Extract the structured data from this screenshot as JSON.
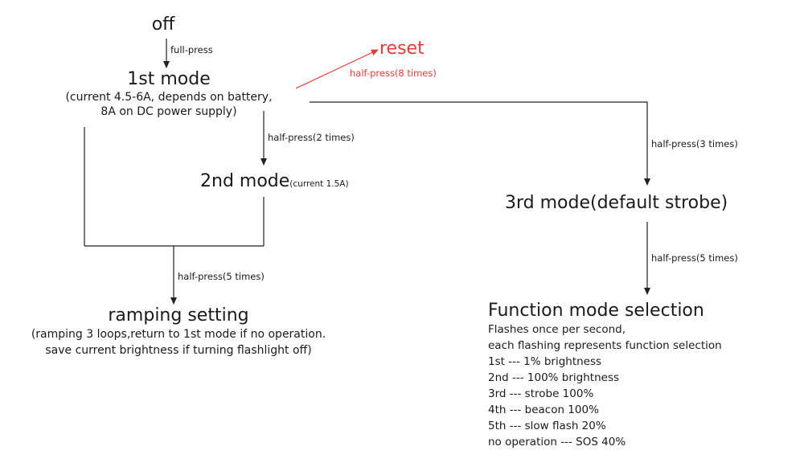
{
  "colors": {
    "line": "#222222",
    "accent": "#e23a3a"
  },
  "nodes": {
    "off": "off",
    "mode1": "1st mode",
    "mode1_note": [
      "(current 4.5-6A, depends on battery,",
      "8A on DC power supply)"
    ],
    "mode2": "2nd mode",
    "mode2_note": "(current 1.5A)",
    "mode3": "3rd mode(default strobe)",
    "reset": "reset",
    "ramping": "ramping setting",
    "ramping_note": [
      "(ramping 3 loops,return to 1st mode if no  operation.",
      "save current brightness if turning flashlight off)"
    ],
    "function": "Function mode selection",
    "function_lines": [
      "Flashes once per second,",
      "each flashing represents function selection",
      "1st --- 1% brightness",
      "2nd ---  100% brightness",
      "3rd --- strobe 100%",
      "4th --- beacon 100%",
      "5th --- slow flash 20%",
      "no operation --- SOS 40%"
    ]
  },
  "edges": {
    "full_press": "full-press",
    "reset_press": "half-press(8 times)",
    "mode2_press": "half-press(2 times)",
    "mode3_press": "half-press(3 times)",
    "ramping_press": "half-press(5 times)",
    "function_press": "half-press(5 times)"
  }
}
